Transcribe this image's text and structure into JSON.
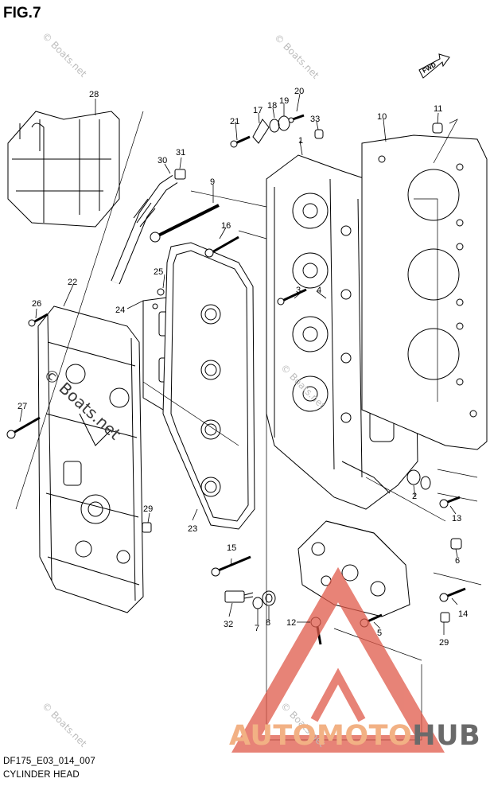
{
  "figure": {
    "title": "FIG.7"
  },
  "document": {
    "code": "DF175_E03_014_007",
    "title": "CYLINDER HEAD"
  },
  "direction_mark": {
    "label": "FWD"
  },
  "watermark": {
    "text": "© Boats.net"
  },
  "logo": {
    "part1": "AUTOMOTO",
    "part2": "HUB",
    "color_accent": "#e05a4a",
    "color_text_1": "#f2b184",
    "color_text_2": "#6a6a6a"
  },
  "callouts": [
    {
      "id": "c1",
      "label": "1"
    },
    {
      "id": "c2",
      "label": "2"
    },
    {
      "id": "c3",
      "label": "3"
    },
    {
      "id": "c4",
      "label": "4"
    },
    {
      "id": "c5",
      "label": "5"
    },
    {
      "id": "c6",
      "label": "6"
    },
    {
      "id": "c7",
      "label": "7"
    },
    {
      "id": "c8",
      "label": "8"
    },
    {
      "id": "c9",
      "label": "9"
    },
    {
      "id": "c10",
      "label": "10"
    },
    {
      "id": "c11",
      "label": "11"
    },
    {
      "id": "c12",
      "label": "12"
    },
    {
      "id": "c13",
      "label": "13"
    },
    {
      "id": "c14",
      "label": "14"
    },
    {
      "id": "c15",
      "label": "15"
    },
    {
      "id": "c16",
      "label": "16"
    },
    {
      "id": "c17",
      "label": "17"
    },
    {
      "id": "c18",
      "label": "18"
    },
    {
      "id": "c19",
      "label": "19"
    },
    {
      "id": "c20",
      "label": "20"
    },
    {
      "id": "c21",
      "label": "21"
    },
    {
      "id": "c22",
      "label": "22"
    },
    {
      "id": "c23",
      "label": "23"
    },
    {
      "id": "c24",
      "label": "24"
    },
    {
      "id": "c25",
      "label": "25"
    },
    {
      "id": "c26",
      "label": "26"
    },
    {
      "id": "c27",
      "label": "27"
    },
    {
      "id": "c28",
      "label": "28"
    },
    {
      "id": "c29a",
      "label": "29"
    },
    {
      "id": "c29b",
      "label": "29"
    },
    {
      "id": "c30",
      "label": "30"
    },
    {
      "id": "c31",
      "label": "31"
    },
    {
      "id": "c32",
      "label": "32"
    },
    {
      "id": "c33",
      "label": "33"
    }
  ]
}
